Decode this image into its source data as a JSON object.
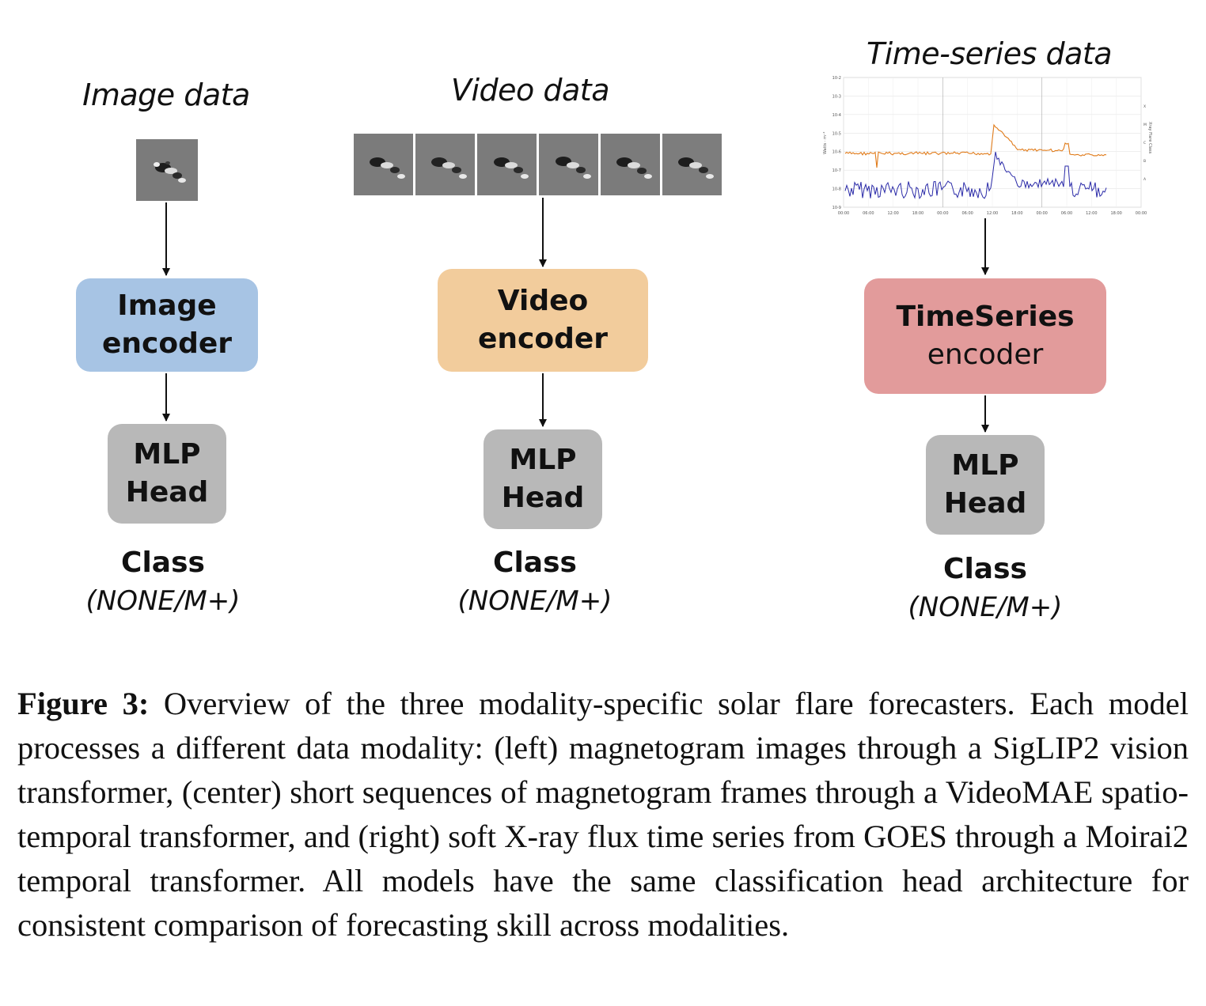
{
  "columns": {
    "image": {
      "title": "Image data",
      "encoder_line1": "Image",
      "encoder_line2": "encoder",
      "head_line1": "MLP",
      "head_line2": "Head",
      "class_label": "Class",
      "class_values": "(NONE/M+)",
      "encoder_color": "#a7c4e4"
    },
    "video": {
      "title": "Video data",
      "encoder_line1": "Video",
      "encoder_line2": "encoder",
      "head_line1": "MLP",
      "head_line2": "Head",
      "class_label": "Class",
      "class_values": "(NONE/M+)",
      "encoder_color": "#f2cc9c"
    },
    "timeseries": {
      "title": "Time-series data",
      "encoder_line1": "TimeSeries",
      "encoder_line2": "encoder",
      "head_line1": "MLP",
      "head_line2": "Head",
      "class_label": "Class",
      "class_values": "(NONE/M+)",
      "encoder_color": "#e29b9b"
    }
  },
  "plot": {
    "y_ticks": [
      "10-2",
      "10-3",
      "10-4",
      "10-5",
      "10-6",
      "10-7",
      "10-8",
      "10-9"
    ],
    "x_ticks": [
      "00:00",
      "06:00",
      "12:00",
      "18:00",
      "00:00",
      "06:00",
      "12:00",
      "18:00",
      "00:00",
      "06:00",
      "12:00",
      "18:00",
      "00:00"
    ],
    "y_label": "Watts · m⁻²",
    "right_label": "Xray Flare Class",
    "right_classes": [
      "X",
      "M",
      "C",
      "B",
      "A"
    ],
    "colors": {
      "long": "#e07b1a",
      "short": "#2a2aa8"
    }
  },
  "caption": {
    "label": "Figure 3:",
    "text": " Overview of the three modality-specific solar flare forecasters. Each model processes a different data modality: (left) magnetogram images through a SigLIP2 vision transformer, (center) short sequences of magnetogram frames through a VideoMAE spatio-temporal transformer, and (right) soft X-ray flux time series from GOES through a Moirai2 temporal transformer. All models have the same classification head architecture for consistent comparison of forecasting skill across modalities."
  }
}
